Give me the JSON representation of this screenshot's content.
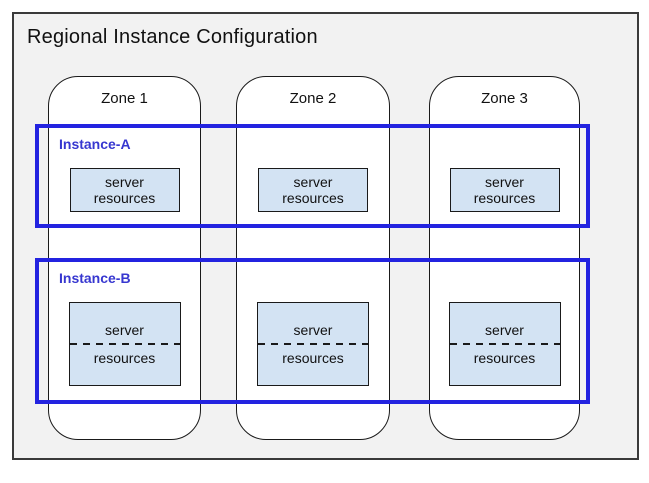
{
  "page": {
    "title": "Regional Instance Configuration"
  },
  "colors": {
    "region_bg": "#f2f2f2",
    "region_border": "#3a3a3a",
    "zone_bg": "#ffffff",
    "zone_border": "#1a1a1a",
    "instance_border": "#2323e0",
    "instance_label": "#3737d0",
    "server_bg": "#d3e3f3",
    "server_border": "#1a1a1a",
    "text": "#111111"
  },
  "zones": [
    {
      "label": "Zone 1"
    },
    {
      "label": "Zone 2"
    },
    {
      "label": "Zone 3"
    }
  ],
  "instances": [
    {
      "label": "Instance-A",
      "divided": false,
      "boxes": [
        {
          "line1": "server",
          "line2": "resources"
        },
        {
          "line1": "server",
          "line2": "resources"
        },
        {
          "line1": "server",
          "line2": "resources"
        }
      ]
    },
    {
      "label": "Instance-B",
      "divided": true,
      "boxes": [
        {
          "line1": "server",
          "line2": "resources"
        },
        {
          "line1": "server",
          "line2": "resources"
        },
        {
          "line1": "server",
          "line2": "resources"
        }
      ]
    }
  ]
}
